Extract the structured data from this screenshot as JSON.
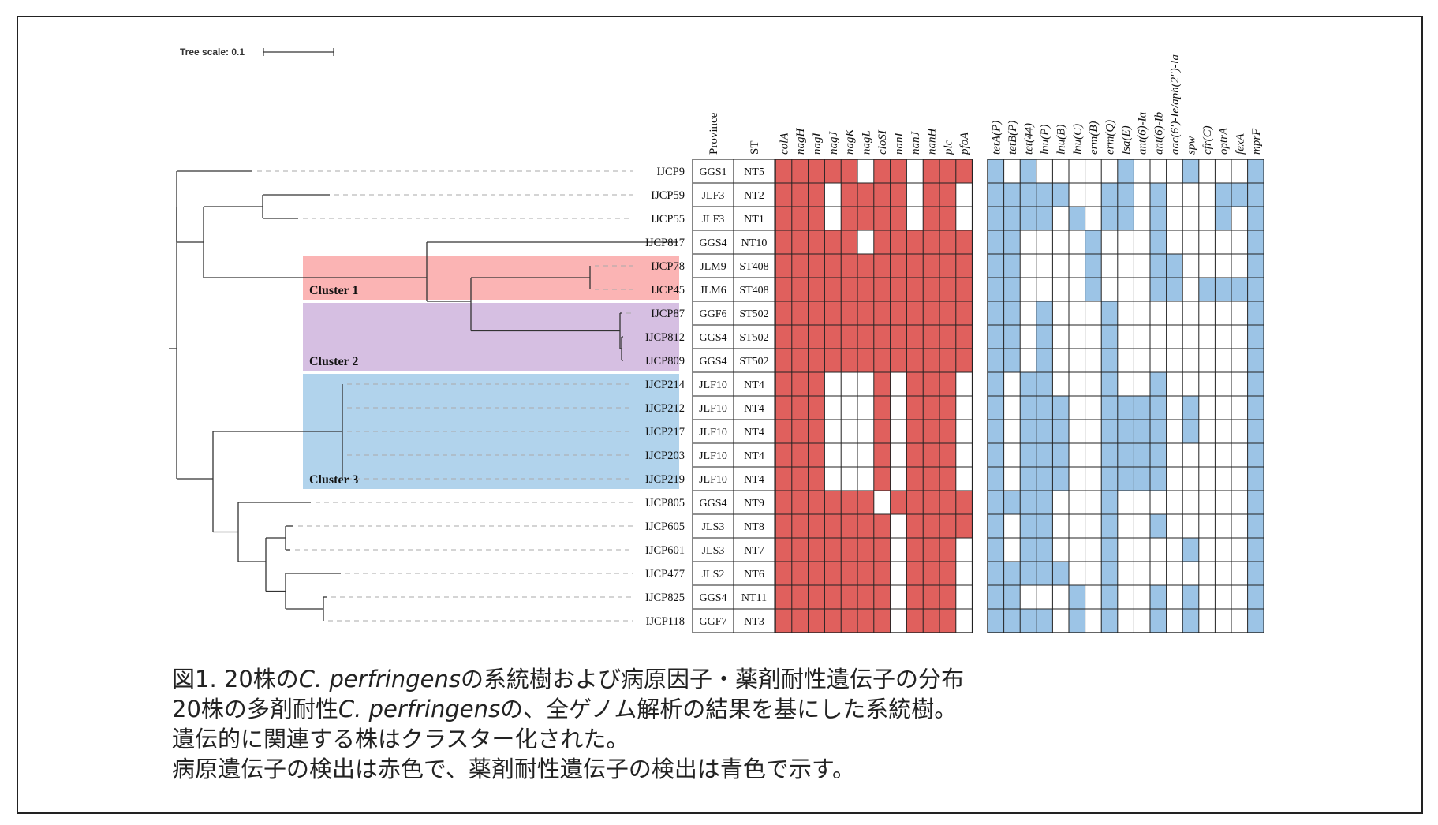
{
  "tree_scale": {
    "label": "Tree scale: 0.1"
  },
  "headers": {
    "province": "Province",
    "st": "ST"
  },
  "virulence_genes": [
    "colA",
    "nagH",
    "nagI",
    "nagJ",
    "nagK",
    "nagL",
    "cloSI",
    "nanI",
    "nanJ",
    "nanH",
    "plc",
    "pfoA"
  ],
  "resistance_genes": [
    "tetA(P)",
    "tetB(P)",
    "tet(44)",
    "lnu(P)",
    "lnu(B)",
    "lnu(C)",
    "erm(B)",
    "erm(Q)",
    "lsa(E)",
    "ant(6)-Ia",
    "ant(6)-Ib",
    "aac(6')-Ie/aph(2'')-Ia",
    "spw",
    "cfr(C)",
    "optrA",
    "fexA",
    "mprF"
  ],
  "strains": [
    {
      "id": "IJCP9",
      "province": "GGS1",
      "st": "NT5",
      "vir": "111110110111",
      "res": "10100000100010001"
    },
    {
      "id": "IJCP59",
      "province": "JLF3",
      "st": "NT2",
      "vir": "111011110110",
      "res": "11111001101000111"
    },
    {
      "id": "IJCP55",
      "province": "JLF3",
      "st": "NT1",
      "vir": "111011110110",
      "res": "11110101101000101"
    },
    {
      "id": "IJCP817",
      "province": "GGS4",
      "st": "NT10",
      "vir": "111110111111",
      "res": "11000010001000001"
    },
    {
      "id": "IJCP78",
      "province": "JLM9",
      "st": "ST408",
      "vir": "111111111111",
      "res": "11000010001100001"
    },
    {
      "id": "IJCP45",
      "province": "JLM6",
      "st": "ST408",
      "vir": "111111111111",
      "res": "11000010001101111"
    },
    {
      "id": "IJCP87",
      "province": "GGF6",
      "st": "ST502",
      "vir": "111111111111",
      "res": "11010001000000001"
    },
    {
      "id": "IJCP812",
      "province": "GGS4",
      "st": "ST502",
      "vir": "111111111111",
      "res": "11010001000000001"
    },
    {
      "id": "IJCP809",
      "province": "GGS4",
      "st": "ST502",
      "vir": "111111111111",
      "res": "11010001000000001"
    },
    {
      "id": "IJCP214",
      "province": "JLF10",
      "st": "NT4",
      "vir": "111000101110",
      "res": "10110001001000001"
    },
    {
      "id": "IJCP212",
      "province": "JLF10",
      "st": "NT4",
      "vir": "111000101110",
      "res": "10111001111010001"
    },
    {
      "id": "IJCP217",
      "province": "JLF10",
      "st": "NT4",
      "vir": "111000101110",
      "res": "10111001111010001"
    },
    {
      "id": "IJCP203",
      "province": "JLF10",
      "st": "NT4",
      "vir": "111000101110",
      "res": "10111001111000001"
    },
    {
      "id": "IJCP219",
      "province": "JLF10",
      "st": "NT4",
      "vir": "111000101110",
      "res": "10111001111000001"
    },
    {
      "id": "IJCP805",
      "province": "GGS4",
      "st": "NT9",
      "vir": "111111011111",
      "res": "11110001000000001"
    },
    {
      "id": "IJCP605",
      "province": "JLS3",
      "st": "NT8",
      "vir": "111111101111",
      "res": "10110001001000001"
    },
    {
      "id": "IJCP601",
      "province": "JLS3",
      "st": "NT7",
      "vir": "111111101110",
      "res": "10110001000010001"
    },
    {
      "id": "IJCP477",
      "province": "JLS2",
      "st": "NT6",
      "vir": "111111101110",
      "res": "11111001000000001"
    },
    {
      "id": "IJCP825",
      "province": "GGS4",
      "st": "NT11",
      "vir": "111111101110",
      "res": "11000101001010001"
    },
    {
      "id": "IJCP118",
      "province": "GGF7",
      "st": "NT3",
      "vir": "111111101110",
      "res": "11110101001010001"
    }
  ],
  "clusters": [
    {
      "name": "Cluster 1",
      "first_row": 4,
      "last_row": 5,
      "color": "#fbb4b4"
    },
    {
      "name": "Cluster 2",
      "first_row": 6,
      "last_row": 8,
      "color": "#d6bfe2"
    },
    {
      "name": "Cluster 3",
      "first_row": 9,
      "last_row": 13,
      "color": "#b1d3ec"
    }
  ],
  "colors": {
    "virulence": "#e0605d",
    "resistance": "#9cc4e6"
  },
  "caption": {
    "line1_prefix": "図1. 20株の",
    "line1_species": "C. perfringens",
    "line1_suffix": "の系統樹および病原因子・薬剤耐性遺伝子の分布",
    "line2_prefix": "20株の多剤耐性",
    "line2_species": "C. perfringens",
    "line2_suffix": "の、全ゲノム解析の結果を基にした系統樹。",
    "line3": "遺伝的に関連する株はクラスター化された。",
    "line4": "病原遺伝子の検出は赤色で、薬剤耐性遺伝子の検出は青色で示す。"
  }
}
